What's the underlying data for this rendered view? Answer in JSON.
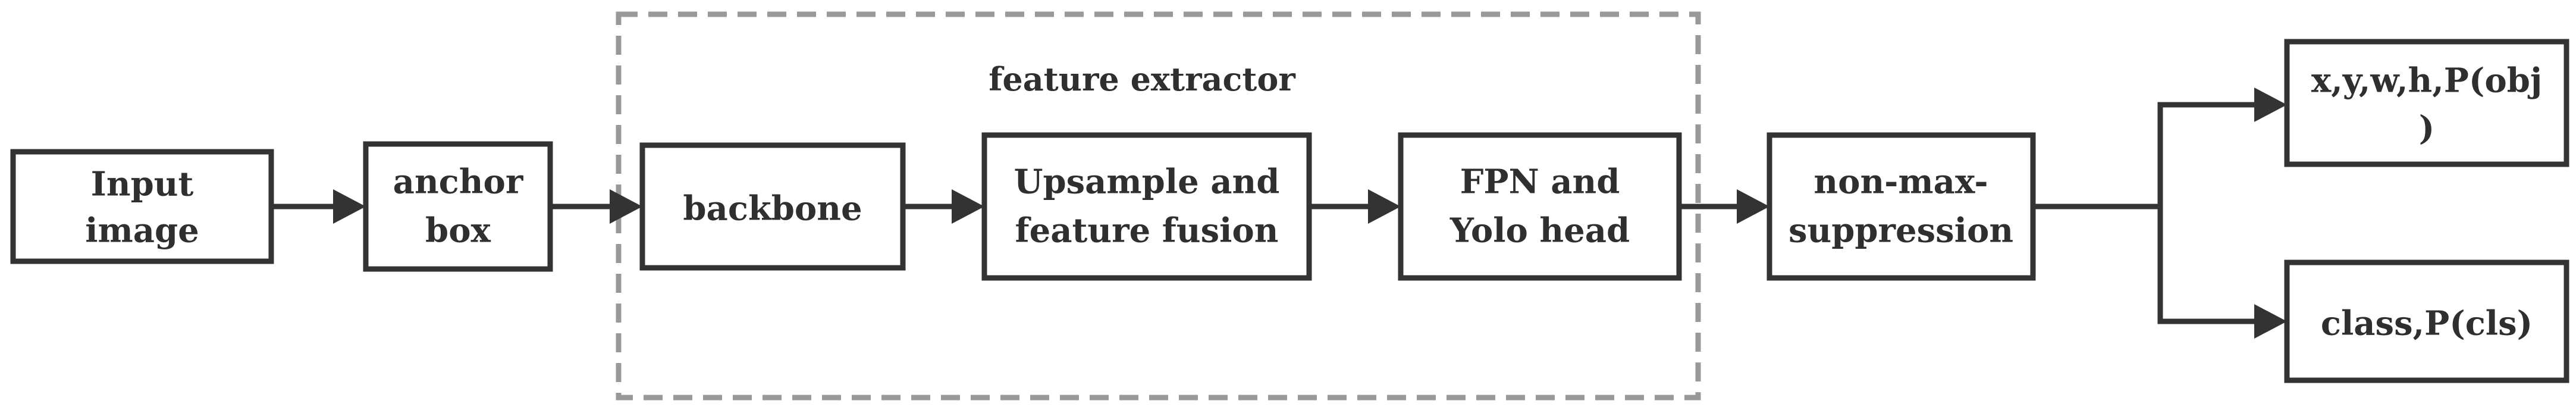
{
  "diagram": {
    "nodes": {
      "input_image": [
        "Input",
        "image"
      ],
      "anchor_box": [
        "anchor",
        "box"
      ],
      "backbone": [
        "backbone"
      ],
      "upsample": [
        "Upsample and",
        "feature fusion"
      ],
      "fpn_head": [
        "FPN and",
        "Yolo head"
      ],
      "nms": [
        "non-max-",
        "suppression"
      ],
      "bbox_output": [
        "x,y,w,h,P(obj",
        ")"
      ],
      "class_output": [
        "class,P(cls)"
      ]
    },
    "group": {
      "label": "feature extractor"
    }
  }
}
